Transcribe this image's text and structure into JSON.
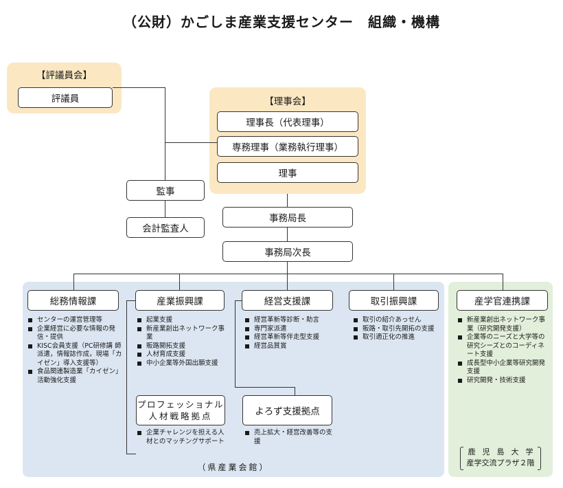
{
  "title": "（公財）かごしま産業支援センター　組織・機構",
  "council": {
    "label": "【評議員会】",
    "member": "評議員"
  },
  "board": {
    "label": "【理事会】",
    "chair": "理事長（代表理事）",
    "executive": "専務理事（業務執行理事）",
    "director": "理事"
  },
  "auditor": "監事",
  "accounting_auditor": "会計監査人",
  "secretary_general": "事務局長",
  "deputy_secretary_general": "事務局次長",
  "departments": [
    {
      "name": "総務情報課",
      "tasks": [
        "センターの運営管理等",
        "企業経営に必要な情報の発信・提供",
        "KISC会員支援（PC研修講 師派遣，情報誌作成，現場「カイゼン」導入支援等）",
        "食品関連製造業「カイゼン」活動強化支援"
      ]
    },
    {
      "name": "産業振興課",
      "tasks": [
        "起業支援",
        "新産業創出ネットワーク事業",
        "販路開拓支援",
        "人材育成支援",
        "中小企業等外国出願支援"
      ]
    },
    {
      "name": "経営支援課",
      "tasks": [
        "経営革新等診断・助言",
        "専門家派遣",
        "経営革新等伴走型支援",
        "経営品質賞"
      ]
    },
    {
      "name": "取引振興課",
      "tasks": [
        "取引の紹介あっせん",
        "販路・取引先開拓の支援",
        "取引適正化の推進"
      ]
    },
    {
      "name": "産学官連携課",
      "tasks": [
        "新産業創出ネットワーク事業（研究開発支援）",
        "企業等のニーズと大学等の研究シーズとのコーディネート支援",
        "成長型中小企業等研究開発支援",
        "研究開発・技術支援"
      ]
    }
  ],
  "hub_professional": {
    "name_line1": "プロフェッショナル",
    "name_line2": "人材戦略拠点",
    "tasks": [
      "企業チャレンジを担える人材とのマッチングサポート"
    ]
  },
  "hub_yorozu": {
    "name": "よろず支援拠点",
    "tasks": [
      "売上拡大・経営改善等の支援"
    ]
  },
  "location_prefecture": "（県産業会館）",
  "location_university_line1": "鹿児島大学",
  "location_university_line2": "産学交流プラザ２階",
  "colors": {
    "yellow_panel": "#fbe8c2",
    "blue_panel": "#dce6f2",
    "green_panel": "#e2efda",
    "line": "#333333"
  }
}
